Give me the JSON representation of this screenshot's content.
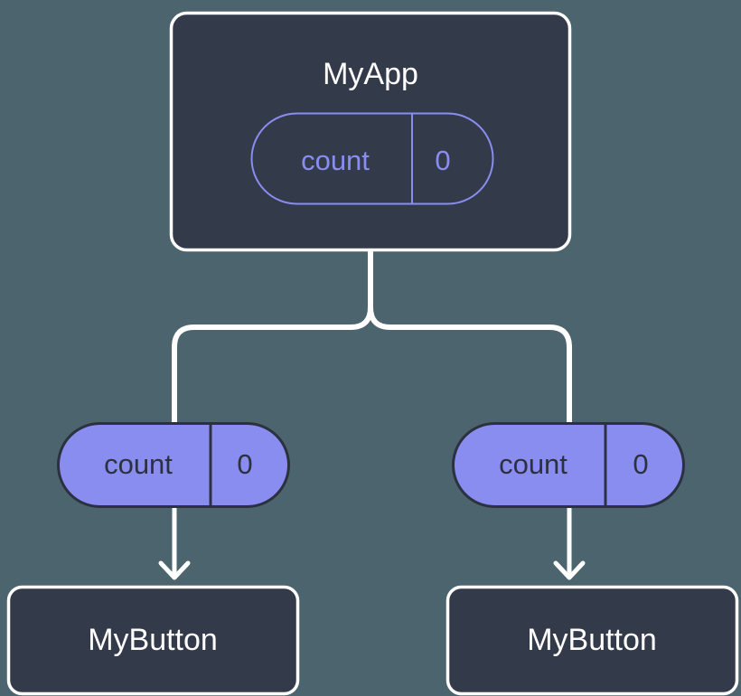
{
  "diagram": {
    "type": "component-state-tree",
    "background_color": "#4b646d",
    "colors": {
      "node_fill": "#333a4a",
      "node_stroke": "#ffffff",
      "node_text": "#ffffff",
      "state_accent": "#8a8df0",
      "state_filled_fill": "#8a8df0",
      "state_filled_stroke": "#2c313f",
      "state_filled_text": "#2c313f",
      "connector": "#ffffff"
    },
    "nodes": [
      {
        "id": "myapp",
        "label": "MyApp",
        "style": "dark-box-white-border",
        "state": {
          "key": "count",
          "value": "0",
          "style": "outlined-pill"
        }
      },
      {
        "id": "mybutton-left",
        "label": "MyButton",
        "style": "dark-box-white-border",
        "state": {
          "key": "count",
          "value": "0",
          "style": "filled-pill"
        }
      },
      {
        "id": "mybutton-right",
        "label": "MyButton",
        "style": "dark-box-white-border",
        "state": {
          "key": "count",
          "value": "0",
          "style": "filled-pill"
        }
      }
    ],
    "edges": [
      {
        "id": "branch-left",
        "from": "myapp",
        "to": "mybutton-left",
        "style": "elbow-line"
      },
      {
        "id": "branch-right",
        "from": "myapp",
        "to": "mybutton-right",
        "style": "elbow-line"
      },
      {
        "id": "arrow-left",
        "from": "count-pill-left",
        "to": "mybutton-left",
        "style": "arrow-down"
      },
      {
        "id": "arrow-right",
        "from": "count-pill-right",
        "to": "mybutton-right",
        "style": "arrow-down"
      }
    ],
    "icons": {
      "arrow_down": "arrow-down-icon"
    }
  }
}
